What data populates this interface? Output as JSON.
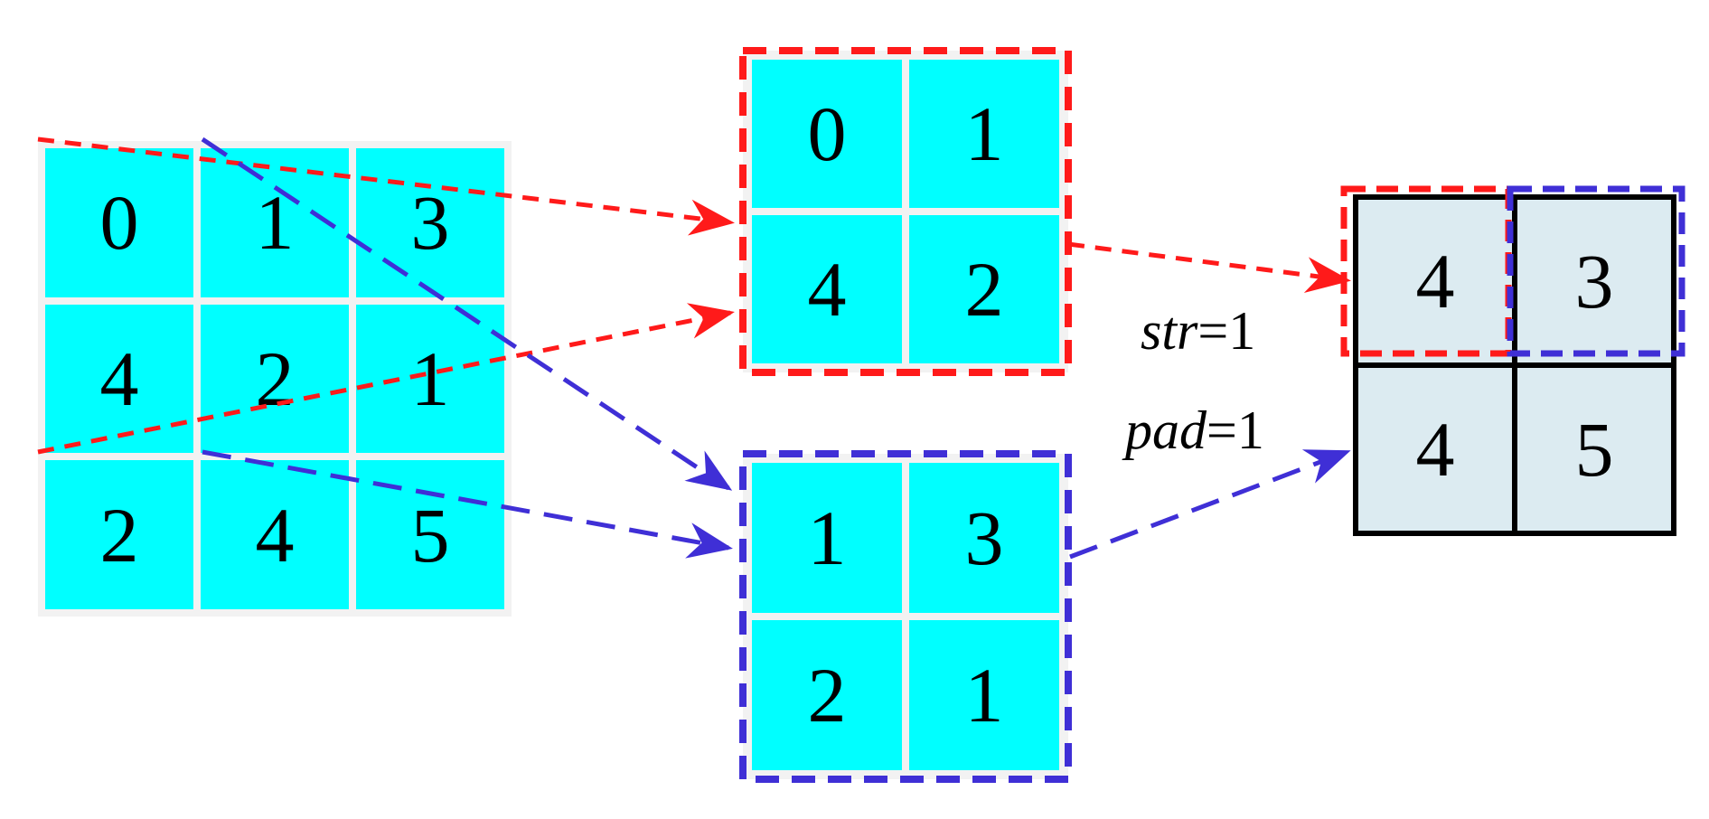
{
  "input_grid": {
    "values": [
      "0",
      "1",
      "3",
      "4",
      "2",
      "1",
      "2",
      "4",
      "5"
    ]
  },
  "window_red": {
    "values": [
      "0",
      "1",
      "4",
      "2"
    ]
  },
  "window_blue": {
    "values": [
      "1",
      "3",
      "2",
      "1"
    ]
  },
  "output_grid": {
    "values": [
      "4",
      "3",
      "4",
      "5"
    ]
  },
  "params": {
    "stride_var": "str",
    "stride_eq": "=1",
    "pad_var": "pad",
    "pad_eq": "=1"
  },
  "colors": {
    "cell": "#00ffff",
    "output_cell": "#dcebf1",
    "red": "#ff1a1a",
    "blue": "#3f2fd6",
    "border": "#000000"
  }
}
